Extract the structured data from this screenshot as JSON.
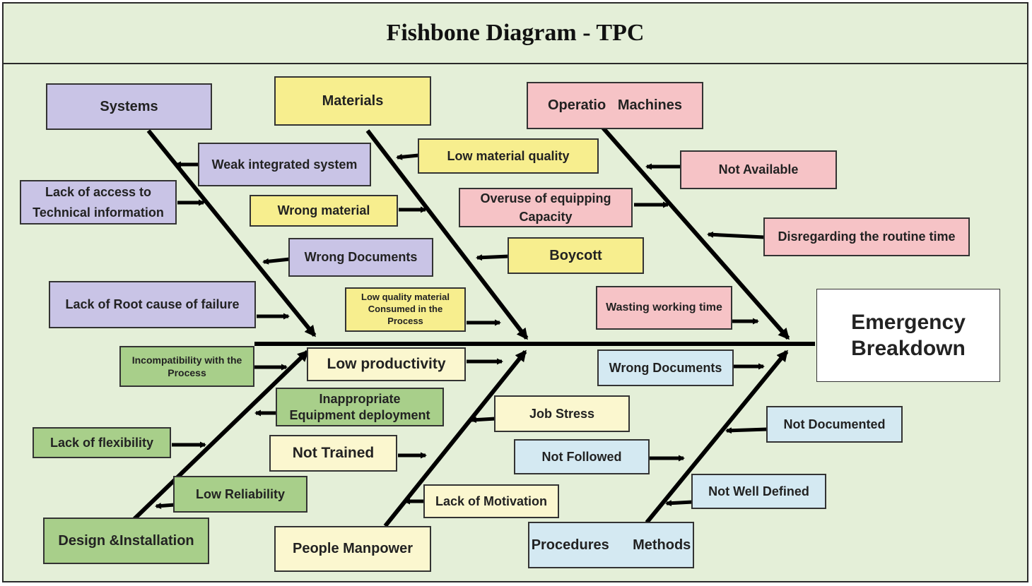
{
  "title": "Fishbone Diagram - TPC",
  "colors": {
    "background": "#e4efd8",
    "systems": "#c9c4e6",
    "materials": "#f7ee8e",
    "operations": "#f6c3c6",
    "design": "#a8cf8a",
    "people": "#fbf7cf",
    "procedures": "#d4e9f2",
    "line": "#000000"
  },
  "head": "Emergency\nBreakdown",
  "categories": {
    "systems": "Systems",
    "materials": "Materials",
    "operations": "Operatio   Machines",
    "design": "Design &Installation",
    "people": "People Manpower",
    "procedures": "Procedures      Methods"
  },
  "causes": {
    "weak_integrated_system": "Weak integrated system",
    "lack_of_access": "Lack of access to\nTechnical information",
    "wrong_documents_systems": "Wrong Documents",
    "lack_of_root_cause": "Lack of Root cause of failure",
    "low_material_quality": "Low material quality",
    "wrong_material": "Wrong material",
    "overuse_capacity": "Overuse of equipping\nCapacity",
    "boycott": "Boycott",
    "low_quality_consumed": "Low quality material\nConsumed in the\nProcess",
    "not_available": "Not Available",
    "disregarding_routine": "Disregarding the routine time",
    "wasting_working_time": "Wasting working time",
    "incompatibility": "Incompatibility with the\nProcess",
    "low_productivity": "Low productivity",
    "inappropriate_equipment": "Inappropriate\nEquipment deployment",
    "lack_of_flexibility": "Lack of flexibility",
    "low_reliability": "Low Reliability",
    "job_stress": "Job Stress",
    "not_trained": "Not Trained",
    "not_followed": "Not Followed",
    "lack_of_motivation": "Lack of Motivation",
    "wrong_documents_procedures": "Wrong Documents",
    "not_documented": "Not Documented",
    "not_well_defined": "Not Well Defined"
  }
}
